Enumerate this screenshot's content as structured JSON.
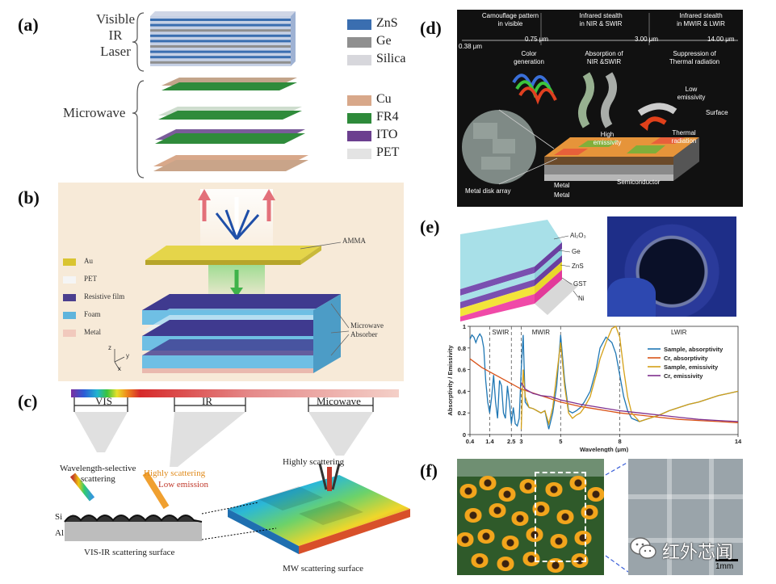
{
  "panels": {
    "a": {
      "label": "(a)",
      "group_top": [
        "Visible",
        "IR",
        "Laser"
      ],
      "group_bottom": "Microwave",
      "legend_top": [
        {
          "name": "ZnS",
          "color": "#3a6eb0"
        },
        {
          "name": "Ge",
          "color": "#8f8f8f"
        },
        {
          "name": "Silica",
          "color": "#d7d7dc"
        }
      ],
      "legend_bottom": [
        {
          "name": "Cu",
          "color": "#d8a88a"
        },
        {
          "name": "FR4",
          "color": "#2e8a3a"
        },
        {
          "name": "ITO",
          "color": "#6b3f8f"
        },
        {
          "name": "PET",
          "color": "#e3e3e3"
        }
      ]
    },
    "b": {
      "label": "(b)",
      "legend": [
        {
          "name": "Au",
          "color": "#d9c431"
        },
        {
          "name": "PET",
          "color": "#f5f5f5"
        },
        {
          "name": "Resistive film",
          "color": "#4b3f8f"
        },
        {
          "name": "Foam",
          "color": "#5fb4dc"
        },
        {
          "name": "Metal",
          "color": "#f1c9bd"
        }
      ],
      "callout_top": "AMMA",
      "callout_bottom": [
        "Microwave",
        "Absorber"
      ],
      "axes": [
        "z",
        "y",
        "x"
      ]
    },
    "c": {
      "label": "(c)",
      "bands": [
        "VIS",
        "IR",
        "Micowave"
      ],
      "left_texts": [
        "Wavelength-selective",
        "scattering",
        "Highly scattering",
        "Low emission"
      ],
      "layers": [
        "Si",
        "Al"
      ],
      "left_caption": "VIS-IR scattering surface",
      "right_top": "Highly scattering",
      "right_caption": "MW scattering surface"
    },
    "d": {
      "label": "(d)",
      "headers": [
        [
          "Camouflage pattern",
          "in visible"
        ],
        [
          "Infrared stealth",
          "in NIR & SWIR"
        ],
        [
          "Infrared stealth",
          "in MWIR & LWIR"
        ]
      ],
      "ticks": [
        "0.38 μm",
        "0.75 μm",
        "3.00 μm",
        "14.00 μm"
      ],
      "subtitles": [
        [
          "Color",
          "generation"
        ],
        [
          "Absorption of",
          "NIR &SWIR"
        ],
        [
          "Suppression of",
          "Thermal radiation"
        ]
      ],
      "labels": [
        "High",
        "emissivity",
        "Low",
        "emissivity",
        "Surface",
        "Thermal",
        "radiation",
        "Metal disk array",
        "Metal",
        "Metal",
        "Semiconductor"
      ]
    },
    "e": {
      "label": "(e)",
      "stack_labels": [
        "Al₂O₃",
        "Ge",
        "ZnS",
        "GST",
        "Ni"
      ]
    },
    "f": {
      "label": "(f)",
      "scale": "1mm"
    }
  },
  "watermark": "红外芯闻",
  "chart_data": {
    "type": "line",
    "title": "",
    "xlabel": "Wavelength (μm)",
    "ylabel": "Absorptivity / Emissivity",
    "xlim": [
      0.4,
      14
    ],
    "ylim": [
      0,
      1
    ],
    "xticks": [
      "0.4",
      "1.4",
      "2.5",
      "3",
      "5",
      "8",
      "14"
    ],
    "xtick_values": [
      0.4,
      1.4,
      2.5,
      3,
      5,
      8,
      14
    ],
    "yticks": [
      "0",
      "0.2",
      "0.4",
      "0.6",
      "0.8",
      "1"
    ],
    "region_labels": [
      "SWIR",
      "MWIR",
      "LWIR"
    ],
    "region_lines": [
      1.4,
      2.5,
      3,
      5,
      8
    ],
    "series": [
      {
        "name": "Sample, absorptivity",
        "color": "#1f77b4",
        "x": [
          0.4,
          0.5,
          0.6,
          0.7,
          0.8,
          0.9,
          1.0,
          1.1,
          1.2,
          1.3,
          1.4,
          1.5,
          1.6,
          1.7,
          1.8,
          1.9,
          2.0,
          2.1,
          2.2,
          2.3,
          2.4,
          2.5,
          2.6,
          2.7,
          2.8,
          2.9,
          3.0,
          3.1,
          3.2,
          3.4,
          3.6,
          3.8,
          4.0,
          4.2,
          4.4,
          4.6,
          4.8,
          5.0,
          5.2,
          5.4,
          5.6,
          5.8,
          6.0,
          6.2,
          6.5,
          6.8,
          7.0,
          7.3,
          7.6,
          7.8,
          8.0,
          8.2,
          8.4,
          8.6,
          9.0,
          9.5,
          10,
          10.5,
          11,
          11.5,
          12,
          12.5,
          13,
          13.5,
          14
        ],
        "y": [
          0.88,
          0.92,
          0.9,
          0.85,
          0.9,
          0.93,
          0.9,
          0.8,
          0.5,
          0.3,
          0.2,
          0.35,
          0.55,
          0.3,
          0.15,
          0.5,
          0.45,
          0.2,
          0.15,
          0.45,
          0.3,
          0.1,
          0.25,
          0.1,
          0.08,
          0.15,
          0.6,
          0.92,
          0.3,
          0.25,
          0.24,
          0.22,
          0.2,
          0.22,
          0.05,
          0.2,
          0.45,
          0.92,
          0.5,
          0.22,
          0.2,
          0.22,
          0.25,
          0.3,
          0.4,
          0.6,
          0.8,
          0.9,
          0.85,
          0.75,
          0.55,
          0.35,
          0.22,
          0.15,
          0.12,
          0.15,
          0.18,
          0.22,
          0.25,
          0.28,
          0.3,
          0.33,
          0.36,
          0.38,
          0.4
        ]
      },
      {
        "name": "Cr, absorptivity",
        "color": "#d95319",
        "x": [
          0.4,
          1,
          2,
          3,
          4,
          5,
          6,
          7,
          8,
          9,
          10,
          11,
          12,
          13,
          14
        ],
        "y": [
          0.7,
          0.62,
          0.52,
          0.42,
          0.36,
          0.3,
          0.26,
          0.23,
          0.2,
          0.18,
          0.16,
          0.14,
          0.13,
          0.12,
          0.11
        ]
      },
      {
        "name": "Sample, emissivity",
        "color": "#d4a017",
        "x": [
          3.0,
          3.1,
          3.2,
          3.4,
          3.6,
          3.8,
          4.0,
          4.2,
          4.4,
          4.6,
          4.8,
          5.0,
          5.2,
          5.4,
          5.6,
          5.8,
          6.0,
          6.2,
          6.5,
          6.8,
          7.0,
          7.3,
          7.6,
          7.8,
          8.0,
          8.2,
          8.4,
          8.6,
          9.0,
          9.5,
          10,
          10.5,
          11,
          11.5,
          12,
          12.5,
          13,
          13.5,
          14
        ],
        "y": [
          0.05,
          0.6,
          0.35,
          0.25,
          0.24,
          0.22,
          0.2,
          0.22,
          0.1,
          0.25,
          0.55,
          0.85,
          0.45,
          0.2,
          0.15,
          0.18,
          0.2,
          0.25,
          0.35,
          0.55,
          0.7,
          0.85,
          0.98,
          1.0,
          0.9,
          0.6,
          0.35,
          0.2,
          0.12,
          0.15,
          0.18,
          0.22,
          0.25,
          0.28,
          0.3,
          0.33,
          0.36,
          0.38,
          0.4
        ]
      },
      {
        "name": "Cr, emissivity",
        "color": "#7e2f8e",
        "x": [
          3.0,
          3.1,
          3.2,
          3.4,
          3.6,
          3.8,
          4,
          4.5,
          5,
          6,
          7,
          8,
          9,
          10,
          11,
          12,
          13,
          14
        ],
        "y": [
          0.48,
          0.45,
          0.42,
          0.4,
          0.38,
          0.37,
          0.36,
          0.35,
          0.32,
          0.28,
          0.25,
          0.22,
          0.2,
          0.18,
          0.16,
          0.14,
          0.13,
          0.12
        ]
      }
    ],
    "legend_position": "top-right"
  }
}
